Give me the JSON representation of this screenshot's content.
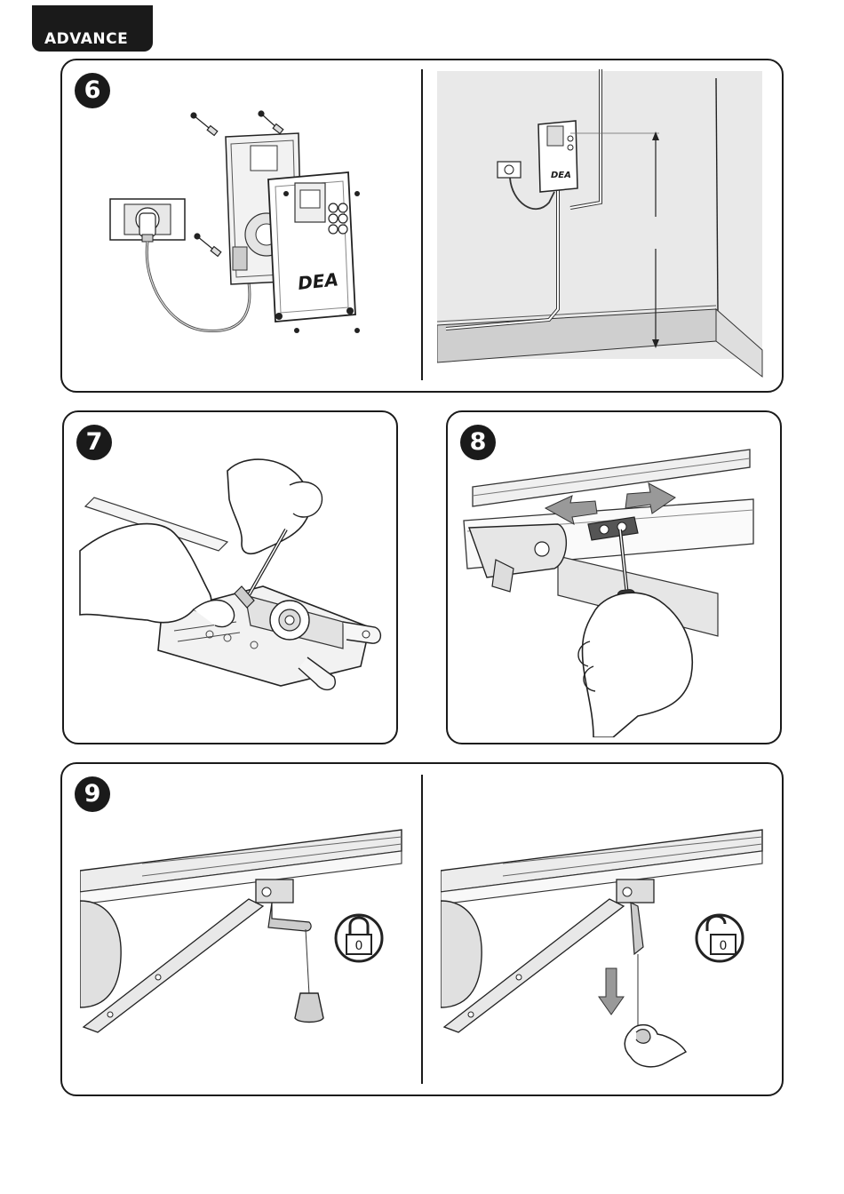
{
  "header": {
    "brand": "ADVANCE"
  },
  "steps": {
    "s6": {
      "number": "6"
    },
    "s7": {
      "number": "7"
    },
    "s8": {
      "number": "8"
    },
    "s9": {
      "number": "9"
    }
  },
  "labels": {
    "device_logo_a": "DEA",
    "device_logo_b": "DEA",
    "lock_digit_a": "0",
    "lock_digit_b": "0"
  }
}
